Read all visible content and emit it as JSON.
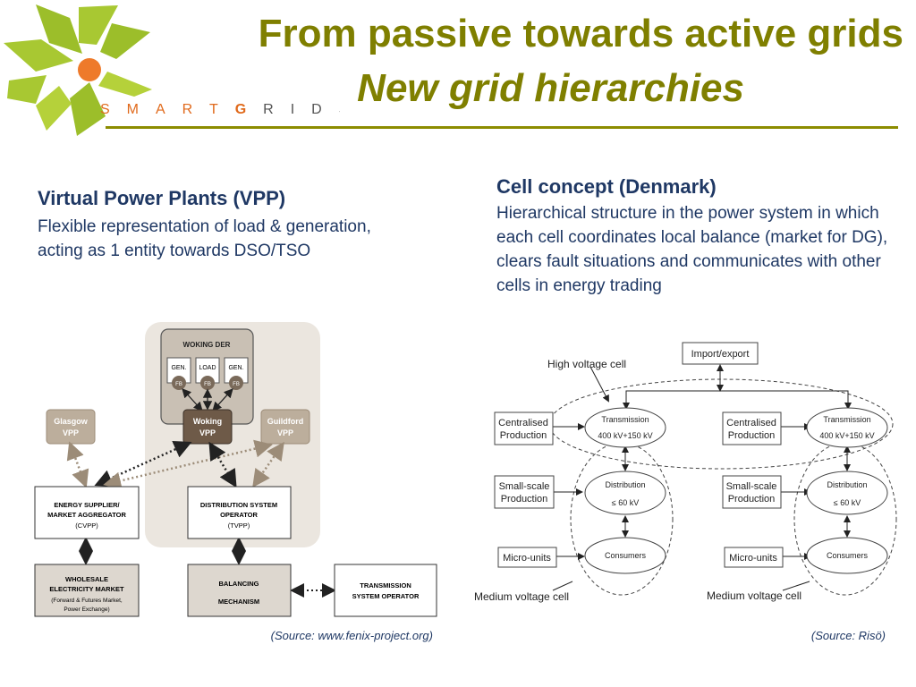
{
  "logo": {
    "wordmark_pre": "SMART",
    "wordmark_g": "G",
    "wordmark_post": "RIDS"
  },
  "title": {
    "line1": "From passive towards active grids",
    "line2": "New grid hierarchies"
  },
  "vpp": {
    "heading": "Virtual Power Plants (VPP)",
    "text": "Flexible representation of load & generation, acting as 1 entity towards DSO/TSO",
    "diagram": {
      "woking_der": "WOKING DER",
      "gen1": "GEN.",
      "load": "LOAD",
      "gen2": "GEN.",
      "fb": "FB",
      "woking_vpp_1": "Woking",
      "woking_vpp_2": "VPP",
      "glasgow_1": "Glasgow",
      "glasgow_2": "VPP",
      "guildford_1": "Guildford",
      "guildford_2": "VPP",
      "energy_1": "ENERGY SUPPLIER/",
      "energy_2": "MARKET AGGREGATOR",
      "energy_3": "(CVPP)",
      "dso_1": "DISTRIBUTION SYSTEM",
      "dso_2": "OPERATOR",
      "dso_3": "(TVPP)",
      "wholesale_1": "WHOLESALE",
      "wholesale_2": "ELECTRICITY MARKET",
      "wholesale_3": "(Forward & Futures Market,",
      "wholesale_4": "Power Exchange)",
      "balancing_1": "BALANCING",
      "balancing_2": "MECHANISM",
      "tso_1": "TRANSMISSION",
      "tso_2": "SYSTEM OPERATOR"
    },
    "source": "(Source: www.fenix-project.org)"
  },
  "cell": {
    "heading": "Cell concept (Denmark)",
    "text": "Hierarchical structure in the power system in which each cell coordinates local balance (market for DG), clears fault situations and communicates with other cells in energy trading",
    "diagram": {
      "import_export": "Import/export",
      "high_voltage_cell": "High voltage cell",
      "centralised_1": "Centralised",
      "centralised_2": "Production",
      "transmission": "Transmission",
      "transmission_kv": "400 kV+150 kV",
      "small_1": "Small-scale",
      "small_2": "Production",
      "distribution": "Distribution",
      "distribution_kv": "≤ 60 kV",
      "micro_units": "Micro-units",
      "consumers": "Consumers",
      "medium_voltage_cell": "Medium voltage cell"
    },
    "source": "(Source: Risö)"
  }
}
